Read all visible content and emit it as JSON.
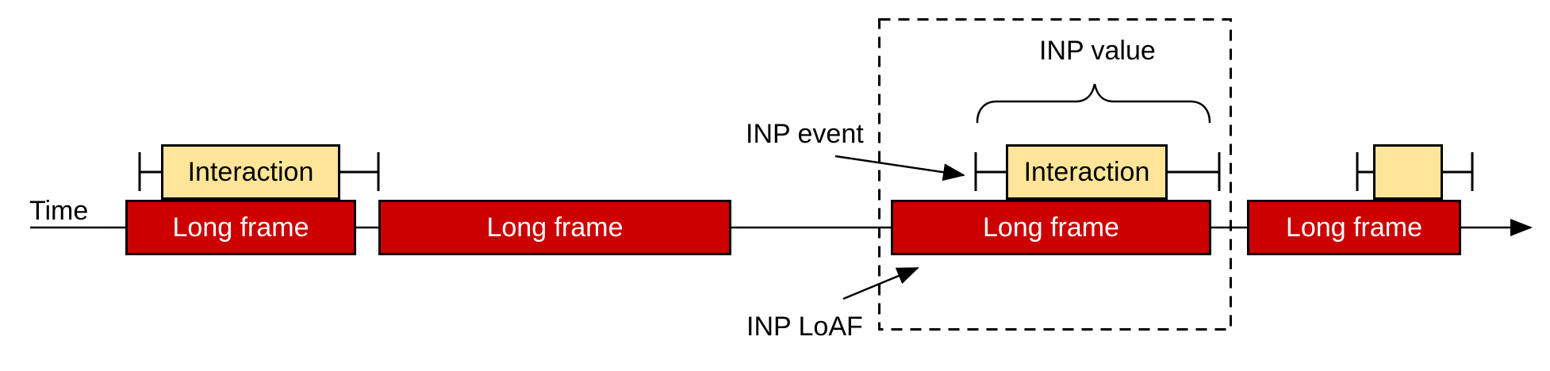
{
  "diagram": {
    "axis_label": "Time",
    "annotations": {
      "inp_event": "INP event",
      "inp_value": "INP value",
      "inp_loaf": "INP LoAF"
    },
    "long_frames": [
      {
        "label": "Long frame"
      },
      {
        "label": "Long frame"
      },
      {
        "label": "Long frame"
      },
      {
        "label": "Long frame"
      }
    ],
    "interactions": [
      {
        "label": "Interaction"
      },
      {
        "label": "Interaction"
      },
      {
        "label": ""
      }
    ],
    "colors": {
      "long_frame_fill": "#cc0000",
      "long_frame_text": "#ffffff",
      "interaction_fill": "#ffe599",
      "interaction_text": "#000000",
      "line": "#000000",
      "background": "#ffffff"
    }
  }
}
